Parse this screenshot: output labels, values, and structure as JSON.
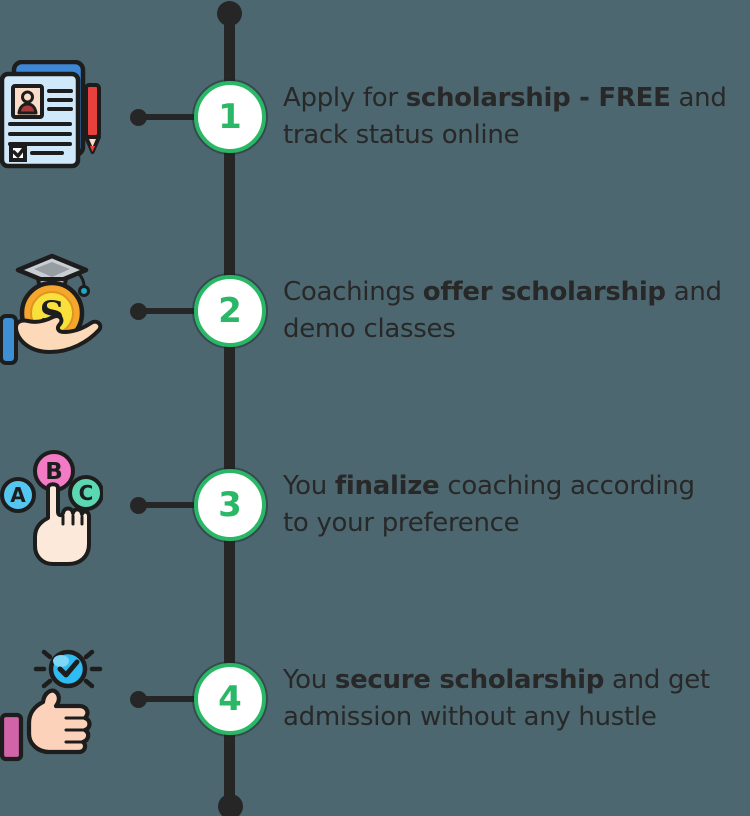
{
  "background_color": "#4C6770",
  "timeline": {
    "line_color": "#262626",
    "circle_fill": "#ffffff",
    "accent_green": "#2AB766",
    "text_color": "#282828"
  },
  "icons": {
    "application_form": {
      "name": "application-form-with-pencil"
    },
    "scholarship_fund": {
      "name": "hand-holding-scholarship-coin",
      "coin_letter": "S"
    },
    "choose_coaching": {
      "name": "hand-choosing-option",
      "options": [
        "A",
        "B",
        "C"
      ]
    },
    "secure_admission": {
      "name": "thumbs-up-approved"
    }
  },
  "steps": [
    {
      "number": "1",
      "icon": "application-form-with-pencil",
      "text": "Apply for scholarship - FREE and track status online",
      "segments": [
        {
          "text": "Apply for ",
          "bold": false
        },
        {
          "text": "scholarship - FREE",
          "bold": true
        },
        {
          "text": " and",
          "bold": false
        },
        {
          "break": true
        },
        {
          "text": "track status online",
          "bold": false
        }
      ]
    },
    {
      "number": "2",
      "icon": "hand-holding-scholarship-coin",
      "text": "Coachings offer scholarship and demo classes",
      "segments": [
        {
          "text": "Coachings ",
          "bold": false
        },
        {
          "text": "offer scholarship",
          "bold": true
        },
        {
          "text": " and",
          "bold": false
        },
        {
          "break": true
        },
        {
          "text": "demo classes",
          "bold": false
        }
      ]
    },
    {
      "number": "3",
      "icon": "hand-choosing-option",
      "text": "You finalize coaching according to your preference",
      "segments": [
        {
          "text": "You ",
          "bold": false
        },
        {
          "text": "finalize",
          "bold": true
        },
        {
          "text": " coaching according",
          "bold": false
        },
        {
          "break": true
        },
        {
          "text": "to your preference",
          "bold": false
        }
      ]
    },
    {
      "number": "4",
      "icon": "thumbs-up-approved",
      "text": "You secure scholarship and get admission without any hustle",
      "segments": [
        {
          "text": "You ",
          "bold": false
        },
        {
          "text": "secure scholarship",
          "bold": true
        },
        {
          "text": " and get",
          "bold": false
        },
        {
          "break": true
        },
        {
          "text": "admission without any hustle",
          "bold": false
        }
      ]
    }
  ]
}
